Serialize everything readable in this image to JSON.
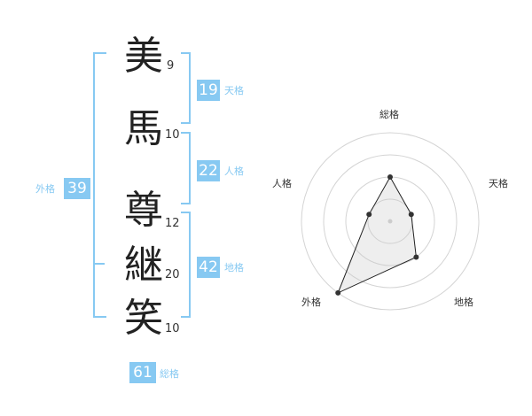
{
  "name": {
    "characters": [
      {
        "char": "美",
        "strokes": "9"
      },
      {
        "char": "馬",
        "strokes": "10"
      },
      {
        "char": "尊",
        "strokes": "12"
      },
      {
        "char": "継",
        "strokes": "20"
      },
      {
        "char": "笑",
        "strokes": "10"
      }
    ]
  },
  "fortune": {
    "tenkaku": {
      "value": "19",
      "label": "天格"
    },
    "jinkaku": {
      "value": "22",
      "label": "人格"
    },
    "chikaku": {
      "value": "42",
      "label": "地格"
    },
    "gaikaku": {
      "value": "39",
      "label": "外格"
    },
    "soukaku": {
      "value": "61",
      "label": "総格"
    }
  },
  "colors": {
    "accent": "#87c9f2",
    "line": "#87c9f2",
    "text": "#222222"
  },
  "chart_data": {
    "type": "radar",
    "axes": [
      "総格",
      "天格",
      "地格",
      "外格",
      "人格"
    ],
    "max": 4,
    "values": [
      2,
      1,
      2,
      4,
      1
    ],
    "grid": true
  }
}
